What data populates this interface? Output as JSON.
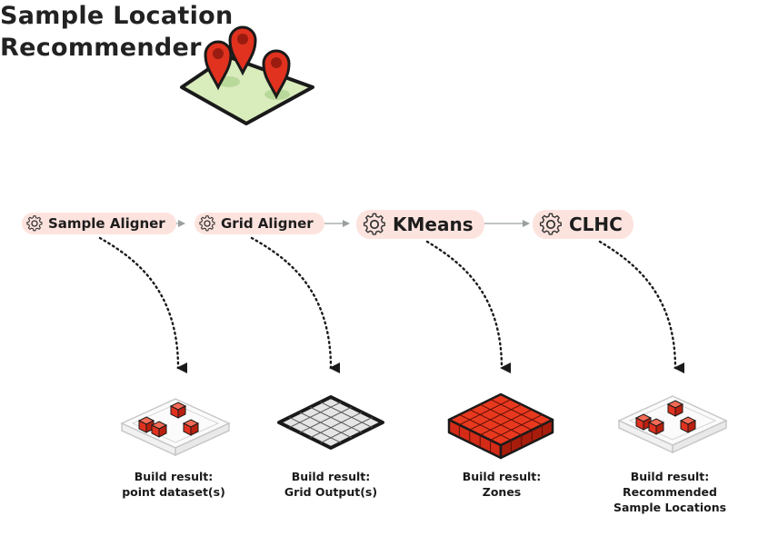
{
  "title": {
    "line1": "Sample Location",
    "line2": "Recommender"
  },
  "icons": {
    "logo": "map-pins-icon",
    "step": "gear-icon"
  },
  "colors": {
    "pill_bg": "#fde3de",
    "accent_red": "#e0321f",
    "map_green": "#d9ecbc",
    "grid_gray": "#e5e5e5"
  },
  "pipeline": [
    {
      "label": "Sample Aligner",
      "caption_line1": "Build result:",
      "caption_line2": "point dataset(s)",
      "caption_line3": ""
    },
    {
      "label": "Grid Aligner",
      "caption_line1": "Build result:",
      "caption_line2": "Grid Output(s)",
      "caption_line3": ""
    },
    {
      "label": "KMeans",
      "caption_line1": "Build result:",
      "caption_line2": "Zones",
      "caption_line3": ""
    },
    {
      "label": "CLHC",
      "caption_line1": "Build result:",
      "caption_line2": "Recommended",
      "caption_line3": "Sample Locations"
    }
  ]
}
